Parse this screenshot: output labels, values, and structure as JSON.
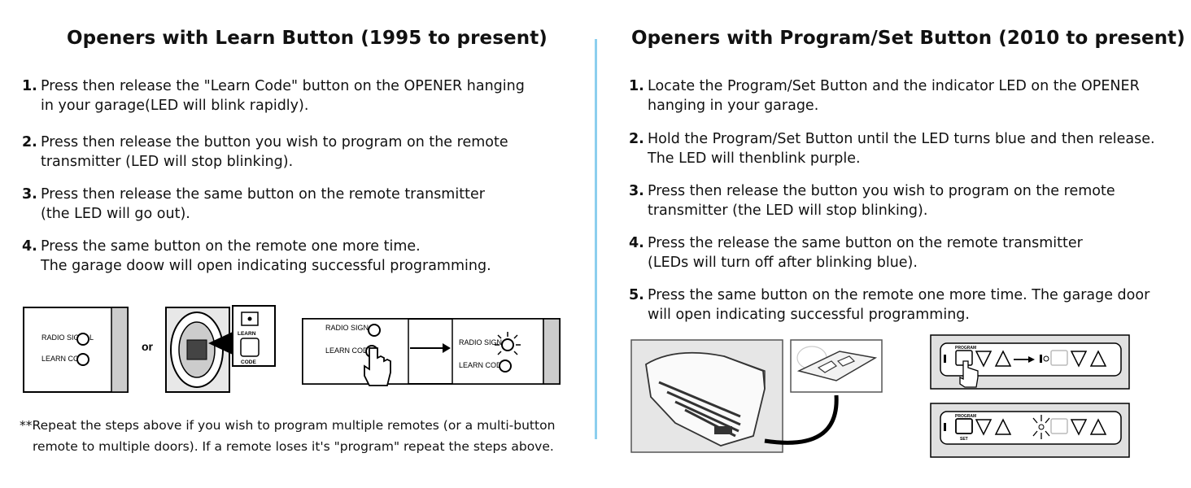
{
  "left": {
    "title": "Openers with Learn Button (1995 to present)",
    "steps": [
      {
        "num": "1.",
        "line1": "Press then release the \"Learn Code\" button on the OPENER hanging",
        "line2": "in your garage(LED will blink rapidly)."
      },
      {
        "num": "2.",
        "line1": "Press then release the button you wish to program on the remote",
        "line2": "transmitter (LED will stop blinking)."
      },
      {
        "num": "3.",
        "line1": "Press then release the same button on the remote transmitter",
        "line2": "(the LED will go out)."
      },
      {
        "num": "4.",
        "line1": "Press the same button on the remote one more time.",
        "line2": "The garage doow will open indicating successful programming."
      }
    ],
    "figure": {
      "radio_signal_label": "RADIO SIGNAL",
      "learn_code_label": "LEARN CODE",
      "or_label": "or",
      "learn_label": "LEARN",
      "code_label": "CODE"
    },
    "note_line1": "**Repeat the steps above if you wish to program multiple remotes (or a multi-button",
    "note_line2": "remote to multiple doors). If a remote loses it's \"program\" repeat the steps above."
  },
  "right": {
    "title": "Openers with Program/Set Button (2010 to present)",
    "steps": [
      {
        "num": "1.",
        "line1": "Locate the Program/Set Button and the indicator LED on the OPENER",
        "line2": "hanging in your garage."
      },
      {
        "num": "2.",
        "line1": "Hold the Program/Set Button until the LED turns blue and then release.",
        "line2": "The LED will thenblink purple."
      },
      {
        "num": "3.",
        "line1": "Press then release the button you wish to program on the remote",
        "line2": "transmitter (the LED will stop blinking)."
      },
      {
        "num": "4.",
        "line1": "Press the release the same button on the remote transmitter",
        "line2": "(LEDs will turn off after blinking blue)."
      },
      {
        "num": "5.",
        "line1": "Press the same button on the remote one more time. The garage door",
        "line2": "will open indicating successful programming."
      }
    ],
    "figure": {
      "program_label": "PROGRAM",
      "set_label": "SET"
    }
  },
  "colors": {
    "divider": "#8ccfee",
    "text": "#111111"
  }
}
